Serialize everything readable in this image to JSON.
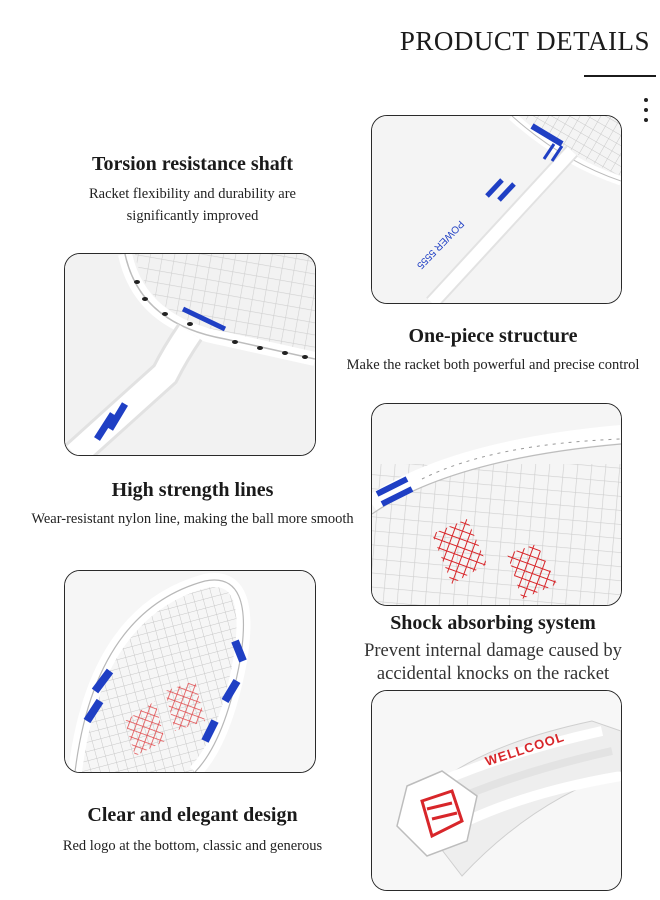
{
  "header": {
    "title": "PRODUCT DETAILS"
  },
  "features": [
    {
      "title": "Torsion resistance shaft",
      "description": "Racket flexibility and durability are significantly improved"
    },
    {
      "title": "One-piece structure",
      "description": "Make the racket both powerful and precise control"
    },
    {
      "title": "High strength lines",
      "description": "Wear-resistant nylon line, making the ball more smooth"
    },
    {
      "title": "Shock absorbing system",
      "description": "Prevent internal damage caused by accidental knocks on the racket"
    },
    {
      "title": "Clear and elegant design",
      "description": "Red logo at the bottom, classic and generous"
    }
  ],
  "photos": {
    "shaft_text": "POWER 5555",
    "grip_text": "WELLCOOL"
  },
  "colors": {
    "accent_blue": "#1f3fc4",
    "logo_red": "#d8262a",
    "frame_white": "#ffffff"
  }
}
